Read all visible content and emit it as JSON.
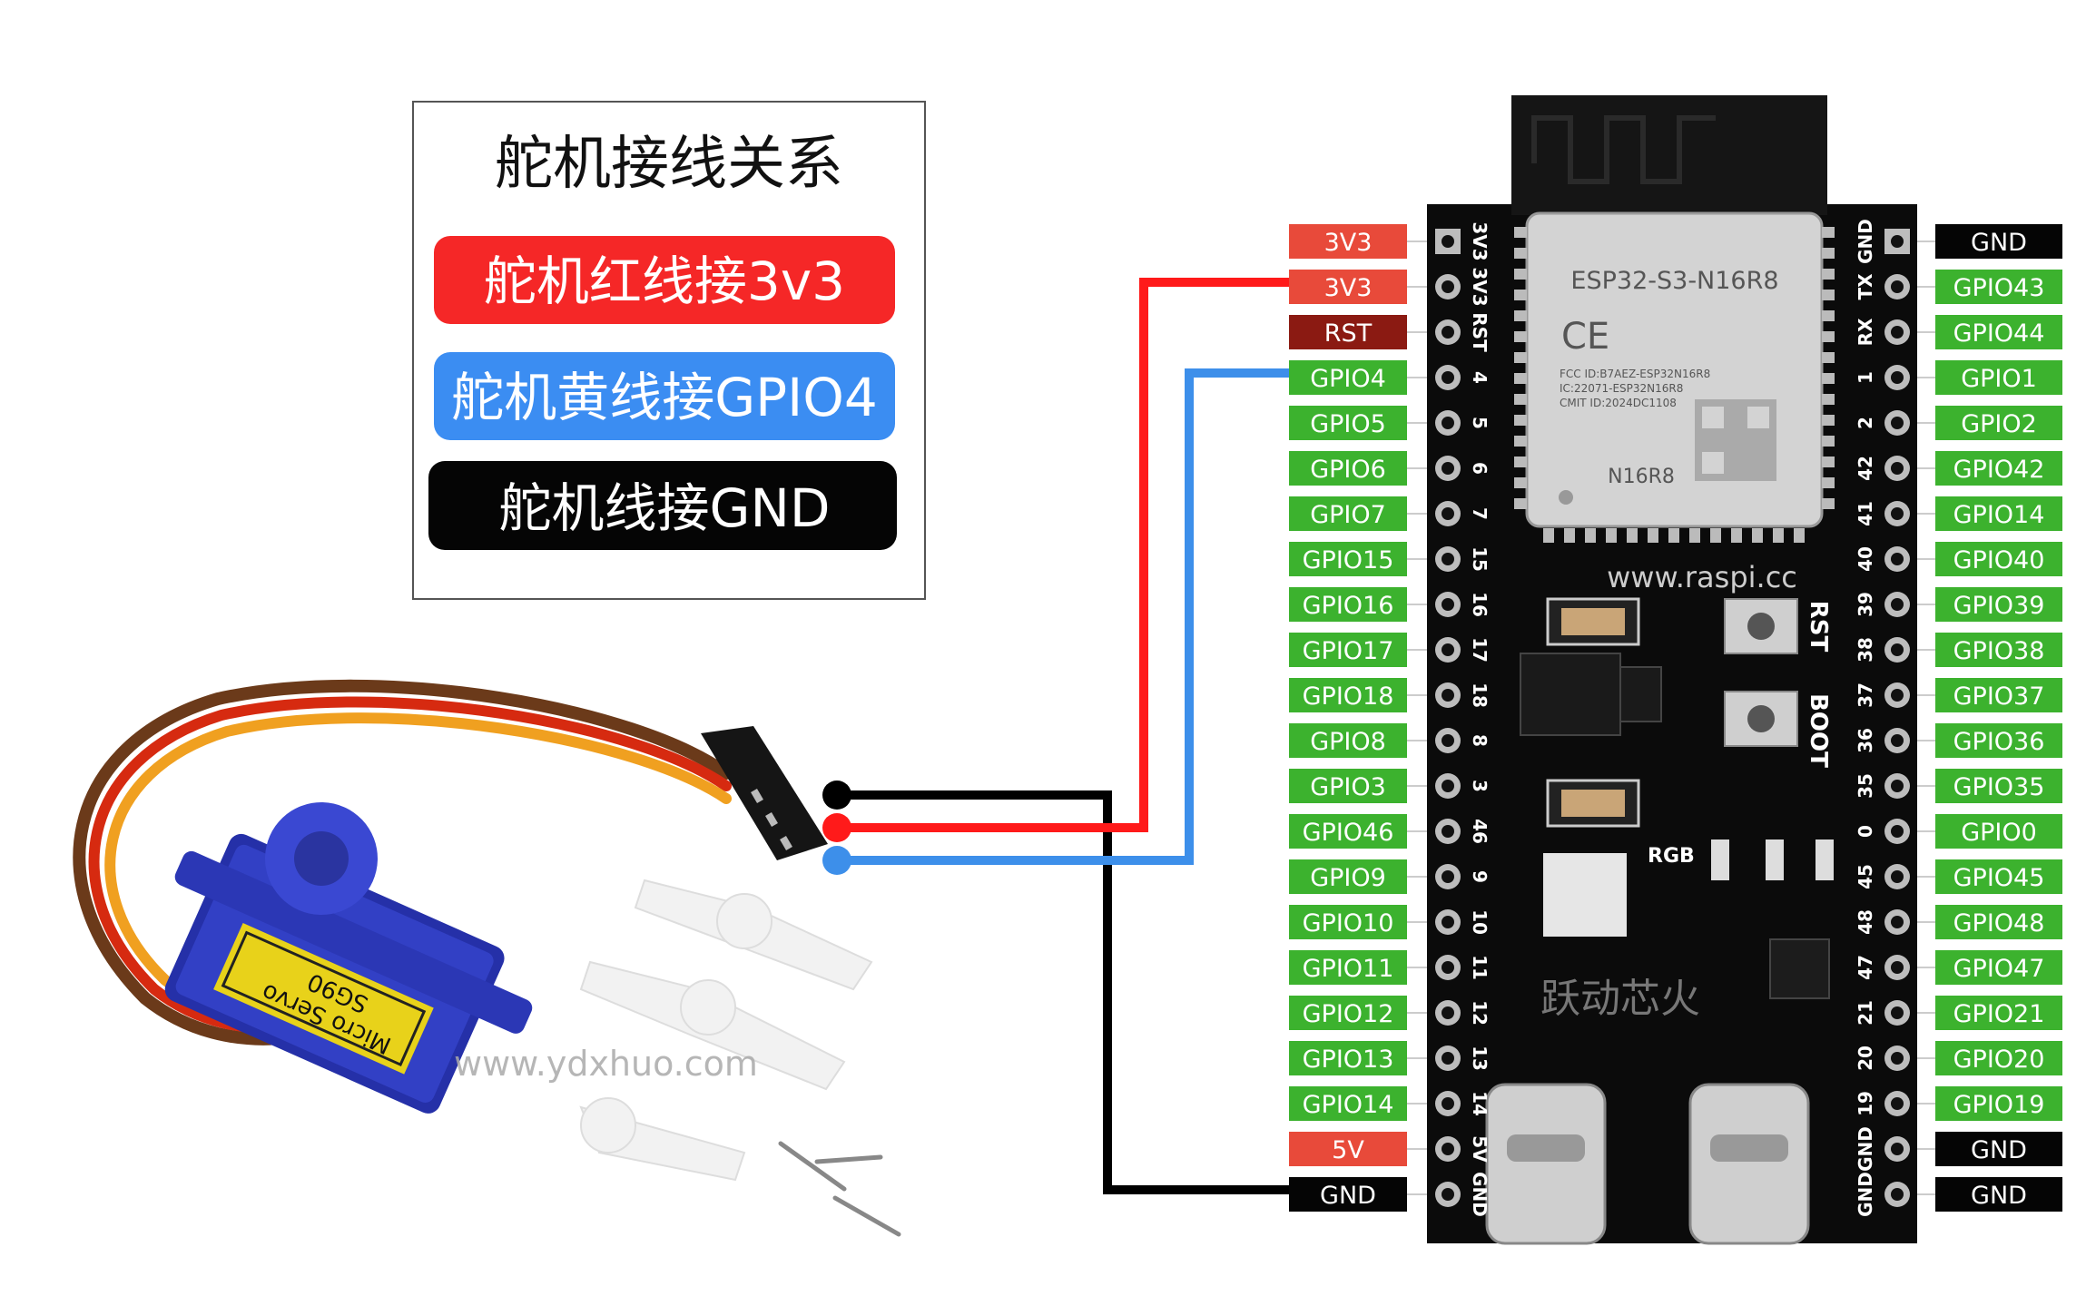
{
  "legend": {
    "title": "舵机接线关系",
    "items": [
      {
        "text": "舵机红线接3v3",
        "color": "#f52727"
      },
      {
        "text": "舵机黄线接GPIO4",
        "color": "#3b8df2"
      },
      {
        "text": "舵机线接GND",
        "color": "#050505"
      }
    ]
  },
  "board": {
    "module_name": "ESP32-S3-N16R8",
    "ce_mark": "CE",
    "fcc_lines": [
      "FCC ID:B7AEZ-ESP32N16R8",
      "IC:22071-ESP32N16R8",
      "CMIT ID:2024DC1108"
    ],
    "chip_label": "N16R8",
    "website": "www.raspi.cc",
    "rst_label": "RST",
    "boot_label": "BOOT",
    "rgb_label": "RGB",
    "brand_text": "跃动芯火",
    "left_header": [
      "3V3",
      "3V3",
      "RST",
      "4",
      "5",
      "6",
      "7",
      "15",
      "16",
      "17",
      "18",
      "8",
      "3",
      "46",
      "9",
      "10",
      "11",
      "12",
      "13",
      "14",
      "5V",
      "GND"
    ],
    "right_header": [
      "GND",
      "TX",
      "RX",
      "1",
      "2",
      "42",
      "41",
      "40",
      "39",
      "38",
      "37",
      "36",
      "35",
      "0",
      "45",
      "48",
      "47",
      "21",
      "20",
      "19",
      "GND",
      "GND"
    ]
  },
  "left_pins": [
    {
      "label": "3V3",
      "color": "#e84a3a"
    },
    {
      "label": "3V3",
      "color": "#e84a3a"
    },
    {
      "label": "RST",
      "color": "#8b1a12"
    },
    {
      "label": "GPIO4",
      "color": "#3cb22e"
    },
    {
      "label": "GPIO5",
      "color": "#3cb22e"
    },
    {
      "label": "GPIO6",
      "color": "#3cb22e"
    },
    {
      "label": "GPIO7",
      "color": "#3cb22e"
    },
    {
      "label": "GPIO15",
      "color": "#3cb22e"
    },
    {
      "label": "GPIO16",
      "color": "#3cb22e"
    },
    {
      "label": "GPIO17",
      "color": "#3cb22e"
    },
    {
      "label": "GPIO18",
      "color": "#3cb22e"
    },
    {
      "label": "GPIO8",
      "color": "#3cb22e"
    },
    {
      "label": "GPIO3",
      "color": "#3cb22e"
    },
    {
      "label": "GPIO46",
      "color": "#3cb22e"
    },
    {
      "label": "GPIO9",
      "color": "#3cb22e"
    },
    {
      "label": "GPIO10",
      "color": "#3cb22e"
    },
    {
      "label": "GPIO11",
      "color": "#3cb22e"
    },
    {
      "label": "GPIO12",
      "color": "#3cb22e"
    },
    {
      "label": "GPIO13",
      "color": "#3cb22e"
    },
    {
      "label": "GPIO14",
      "color": "#3cb22e"
    },
    {
      "label": "5V",
      "color": "#e84a3a"
    },
    {
      "label": "GND",
      "color": "#050505"
    }
  ],
  "right_pins": [
    {
      "label": "GND",
      "color": "#050505"
    },
    {
      "label": "GPIO43",
      "color": "#3cb22e"
    },
    {
      "label": "GPIO44",
      "color": "#3cb22e"
    },
    {
      "label": "GPIO1",
      "color": "#3cb22e"
    },
    {
      "label": "GPIO2",
      "color": "#3cb22e"
    },
    {
      "label": "GPIO42",
      "color": "#3cb22e"
    },
    {
      "label": "GPIO14",
      "color": "#3cb22e"
    },
    {
      "label": "GPIO40",
      "color": "#3cb22e"
    },
    {
      "label": "GPIO39",
      "color": "#3cb22e"
    },
    {
      "label": "GPIO38",
      "color": "#3cb22e"
    },
    {
      "label": "GPIO37",
      "color": "#3cb22e"
    },
    {
      "label": "GPIO36",
      "color": "#3cb22e"
    },
    {
      "label": "GPIO35",
      "color": "#3cb22e"
    },
    {
      "label": "GPIO0",
      "color": "#3cb22e"
    },
    {
      "label": "GPIO45",
      "color": "#3cb22e"
    },
    {
      "label": "GPIO48",
      "color": "#3cb22e"
    },
    {
      "label": "GPIO47",
      "color": "#3cb22e"
    },
    {
      "label": "GPIO21",
      "color": "#3cb22e"
    },
    {
      "label": "GPIO20",
      "color": "#3cb22e"
    },
    {
      "label": "GPIO19",
      "color": "#3cb22e"
    },
    {
      "label": "GND",
      "color": "#050505"
    },
    {
      "label": "GND",
      "color": "#050505"
    }
  ],
  "servo": {
    "label": "SG90",
    "brand": "Micro Servo",
    "watermark": "www.ydxhuo.com"
  },
  "wires": [
    {
      "name": "GND",
      "color": "#000000",
      "to_pin": "GND"
    },
    {
      "name": "3V3",
      "color": "#ff1a1a",
      "to_pin": "3V3"
    },
    {
      "name": "GPIO4",
      "color": "#3d8fea",
      "to_pin": "GPIO4"
    }
  ]
}
